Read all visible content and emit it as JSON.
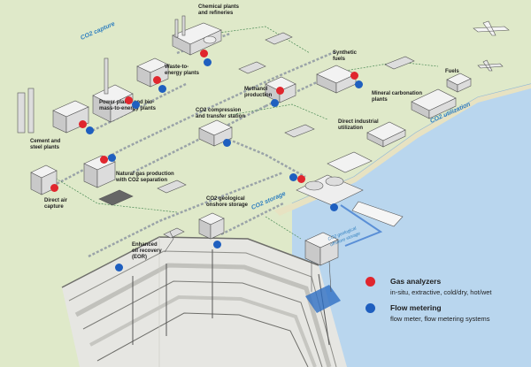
{
  "zones": {
    "capture": "CO2 capture",
    "utilization": "CO2 utilization",
    "storage": "CO2 storage"
  },
  "labels": {
    "chemical": "Chemical plants\nand refineries",
    "waste": "Waste-to-\nenergy plants",
    "synthetic": "Synthetic\nfuels",
    "fuels": "Fuels",
    "power": "Power plants and bio-\nmass-to-energy plants",
    "compression": "CO2 compression\nand transfer station",
    "methanol": "Methanol\nproduction",
    "mineral": "Mineral carbonation\nplants",
    "industrial": "Direct industrial\nutilization",
    "cement": "Cement and\nsteel plants",
    "natgas": "Natural gas production\nwith CO2 separation",
    "dac": "Direct air\ncapture",
    "onshore": "CO2 geological\nonshore storage",
    "eor": "Enhanced\noil recovery\n(EOR)",
    "offshore": "CO2 geological\noffshore storage"
  },
  "legend": {
    "gas_title": "Gas analyzers",
    "gas_sub": "in-situ, extractive, cold/dry, hot/wet",
    "flow_title": "Flow metering",
    "flow_sub": "flow meter, flow metering systems"
  },
  "colors": {
    "land": "#dfe9c9",
    "sea": "#b9d6ee",
    "gas_analyzer": "#e0262e",
    "flow_meter": "#1f5fbf",
    "capture_text": "#2f7fbf"
  }
}
